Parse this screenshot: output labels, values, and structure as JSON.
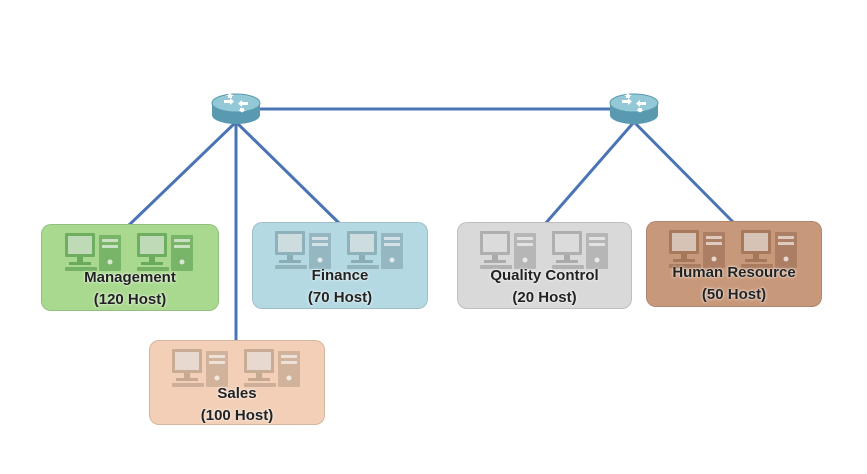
{
  "colors": {
    "link": "#4a74b4",
    "router_body": "#5a9ab0",
    "router_top": "#93c9d6"
  },
  "routers": [
    {
      "id": "router-left"
    },
    {
      "id": "router-right"
    }
  ],
  "departments": [
    {
      "key": "management",
      "name": "Management",
      "hosts": "(120 Host)",
      "bg": "#a9d98f",
      "pc_color": "#3f8a3a"
    },
    {
      "key": "finance",
      "name": "Finance",
      "hosts": "(70 Host)",
      "bg": "#b5d9e3",
      "pc_color": "#6f8f98"
    },
    {
      "key": "quality-control",
      "name": "Quality Control",
      "hosts": "(20 Host)",
      "bg": "#d9d9d9",
      "pc_color": "#8c8c8c"
    },
    {
      "key": "human-resource",
      "name": "Human Resource",
      "hosts": "(50 Host)",
      "bg": "#c8987a",
      "pc_color": "#8a6046"
    },
    {
      "key": "sales",
      "name": "Sales",
      "hosts": "(100 Host)",
      "bg": "#f2cfb6",
      "pc_color": "#a8907c"
    }
  ]
}
